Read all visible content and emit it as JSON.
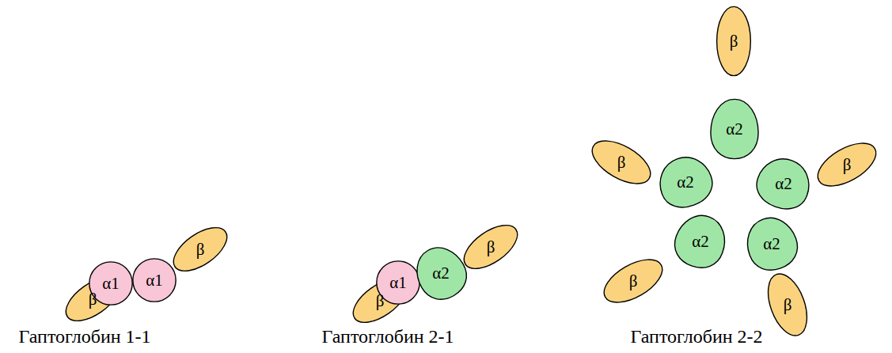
{
  "diagram": {
    "nodes": [
      {
        "text": [
          "β"
        ]
      },
      {
        "text": [
          "α1"
        ]
      },
      {
        "text": [
          "α1"
        ]
      },
      {
        "text": [
          "β"
        ]
      },
      {
        "text": [
          "β"
        ]
      },
      {
        "text": [
          "α1"
        ]
      },
      {
        "text": [
          "α2"
        ]
      },
      {
        "text": [
          "β"
        ]
      },
      {
        "text": [
          "β"
        ]
      },
      {
        "text": [
          "α2"
        ]
      },
      {
        "text": [
          "β"
        ]
      },
      {
        "text": [
          "β"
        ]
      },
      {
        "text": [
          "α2"
        ]
      },
      {
        "text": [
          "α2"
        ]
      },
      {
        "text": [
          "α2"
        ]
      },
      {
        "text": [
          "α2"
        ]
      },
      {
        "text": [
          "β"
        ]
      },
      {
        "text": [
          "β"
        ]
      }
    ],
    "labels": [
      "Гаптоглобин 1-1",
      "Гаптоглобин 2-1",
      "Гаптоглобин 2-2"
    ]
  }
}
